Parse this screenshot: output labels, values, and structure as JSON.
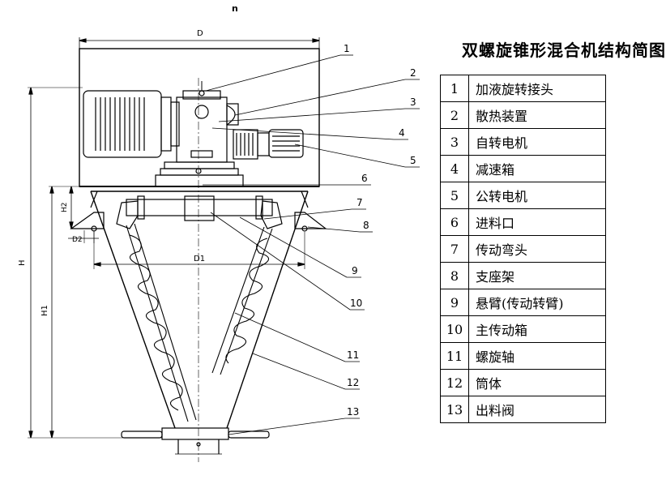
{
  "figure": {
    "title": "双螺旋锥形混合机结构简图",
    "top_mark": "n"
  },
  "dimensions": {
    "D": "D",
    "D1": "D1",
    "D2": "D2",
    "H": "H",
    "H1": "H1",
    "H2": "H2"
  },
  "callouts": [
    "1",
    "2",
    "3",
    "4",
    "5",
    "6",
    "7",
    "8",
    "9",
    "10",
    "11",
    "12",
    "13"
  ],
  "parts": [
    {
      "no": "1",
      "name": "加液旋转接头"
    },
    {
      "no": "2",
      "name": "散热装置"
    },
    {
      "no": "3",
      "name": "自转电机"
    },
    {
      "no": "4",
      "name": "减速箱"
    },
    {
      "no": "5",
      "name": "公转电机"
    },
    {
      "no": "6",
      "name": "进料口"
    },
    {
      "no": "7",
      "name": "传动弯头"
    },
    {
      "no": "8",
      "name": "支座架"
    },
    {
      "no": "9",
      "name": "悬臂(传动转臂)"
    },
    {
      "no": "10",
      "name": "主传动箱"
    },
    {
      "no": "11",
      "name": "螺旋轴"
    },
    {
      "no": "12",
      "name": "筒体"
    },
    {
      "no": "13",
      "name": "出料阀"
    }
  ]
}
